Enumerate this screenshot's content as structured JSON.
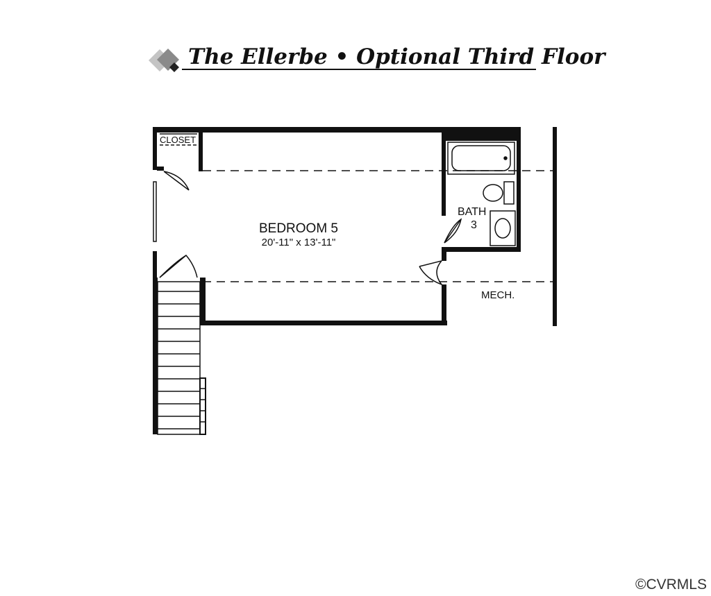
{
  "header": {
    "title": "The Ellerbe • Optional Third Floor"
  },
  "rooms": {
    "closet": "CLOSET",
    "bedroom_name": "BEDROOM 5",
    "bedroom_dims": "20'-11\" x 13'-11\"",
    "bath_name": "BATH",
    "bath_number": "3",
    "mech": "MECH."
  },
  "footer": {
    "copyright": "©CVRMLS"
  },
  "colors": {
    "wall": "#111111",
    "logo_dark": "#222222",
    "logo_mid": "#8a8a8a",
    "logo_light": "#c4c4c4"
  }
}
